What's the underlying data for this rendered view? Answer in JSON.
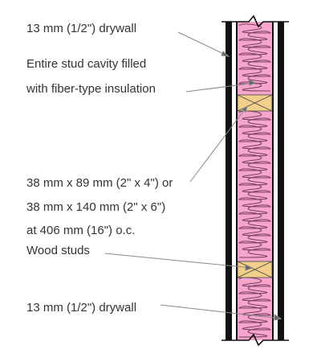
{
  "labels": {
    "drywall_top": "13 mm (1/2\") drywall",
    "insulation_line1": "Entire stud cavity filled",
    "insulation_line2": "with fiber-type insulation",
    "stud_size_line1": "38 mm x 89 mm (2\" x 4\") or",
    "stud_size_line2": "38 mm x 140 mm (2\" x 6\")",
    "stud_size_line3": "at 406 mm (16\") o.c.",
    "wood_studs": "Wood studs",
    "drywall_bottom": "13 mm (1/2\") drywall"
  },
  "colors": {
    "insulation": "#f6a6cc",
    "insulation_squiggle": "#7a3d5e",
    "stud": "#f2cf8a",
    "drywall_edge": "#111111",
    "leader_line": "#888888",
    "text": "#333333"
  }
}
